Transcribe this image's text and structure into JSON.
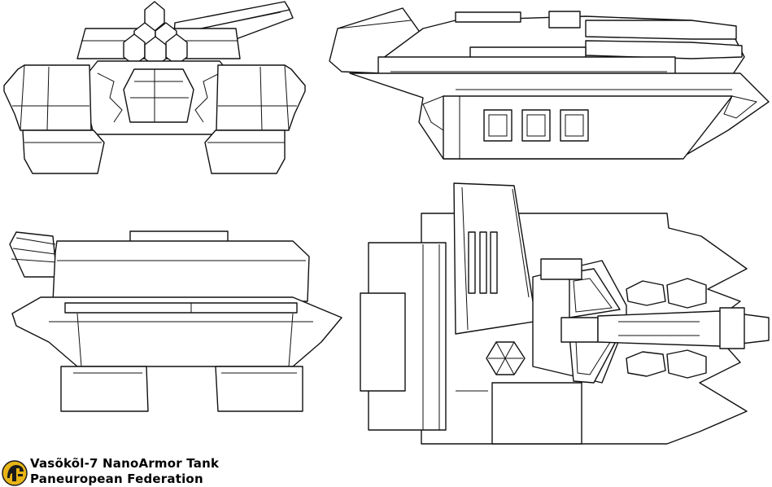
{
  "caption": {
    "title": "Vasõkõl-7 NanoArmor Tank",
    "faction": "Paneuropean Federation"
  },
  "colors": {
    "line": "#111111",
    "background": "#ffffff",
    "logo_yellow": "#e8b417",
    "logo_dark": "#1a1a1a"
  },
  "views": [
    "front-view",
    "side-view",
    "rear-view",
    "top-view"
  ]
}
